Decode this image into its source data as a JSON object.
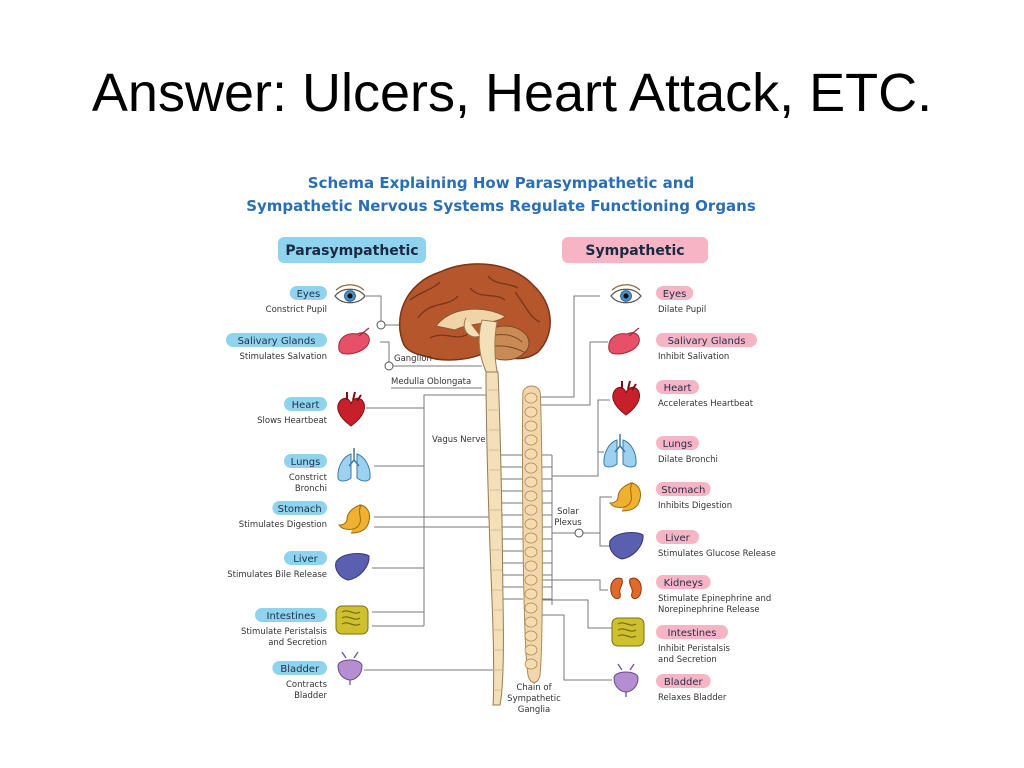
{
  "slide": {
    "title": "Answer: Ulcers, Heart Attack, ETC."
  },
  "diagram": {
    "title_line1": "Schema Explaining How Parasympathetic and",
    "title_line2": "Sympathetic Nervous Systems Regulate Functioning Organs",
    "parasympathetic_header": "Parasympathetic",
    "sympathetic_header": "Sympathetic",
    "colors": {
      "para_pill": "#8fd3ee",
      "symp_pill": "#f6b4c4",
      "title_blue": "#2a6fb3"
    },
    "labels": {
      "ganglion": "Ganglion",
      "medulla": "Medulla Oblongata",
      "vagus": "Vagus Nerve",
      "solar_1": "Solar",
      "solar_2": "Plexus",
      "chain_1": "Chain of",
      "chain_2": "Sympathetic",
      "chain_3": "Ganglia"
    },
    "parasympathetic": [
      {
        "organ": "Eyes",
        "desc": [
          "Constrict Pupil"
        ],
        "icon": "eye-icon"
      },
      {
        "organ": "Salivary Glands",
        "desc": [
          "Stimulates Salvation"
        ],
        "icon": "salivary-gland-icon"
      },
      {
        "organ": "Heart",
        "desc": [
          "Slows Heartbeat"
        ],
        "icon": "heart-icon"
      },
      {
        "organ": "Lungs",
        "desc": [
          "Constrict",
          "Bronchi"
        ],
        "icon": "lungs-icon"
      },
      {
        "organ": "Stomach",
        "desc": [
          "Stimulates Digestion"
        ],
        "icon": "stomach-icon"
      },
      {
        "organ": "Liver",
        "desc": [
          "Stimulates Bile Release"
        ],
        "icon": "liver-icon"
      },
      {
        "organ": "Intestines",
        "desc": [
          "Stimulate Peristalsis",
          "and Secretion"
        ],
        "icon": "intestines-icon"
      },
      {
        "organ": "Bladder",
        "desc": [
          "Contracts",
          "Bladder"
        ],
        "icon": "bladder-icon"
      }
    ],
    "sympathetic": [
      {
        "organ": "Eyes",
        "desc": [
          "Dilate Pupil"
        ],
        "icon": "eye-icon"
      },
      {
        "organ": "Salivary Glands",
        "desc": [
          "Inhibit Salivation"
        ],
        "icon": "salivary-gland-icon"
      },
      {
        "organ": "Heart",
        "desc": [
          "Accelerates Heartbeat"
        ],
        "icon": "heart-icon"
      },
      {
        "organ": "Lungs",
        "desc": [
          "Dilate Bronchi"
        ],
        "icon": "lungs-icon"
      },
      {
        "organ": "Stomach",
        "desc": [
          "Inhibits Digestion"
        ],
        "icon": "stomach-icon"
      },
      {
        "organ": "Liver",
        "desc": [
          "Stimulates Glucose Release"
        ],
        "icon": "liver-icon"
      },
      {
        "organ": "Kidneys",
        "desc": [
          "Stimulate Epinephrine and",
          "Norepinephrine Release"
        ],
        "icon": "kidneys-icon"
      },
      {
        "organ": "Intestines",
        "desc": [
          "Inhibit Peristalsis",
          "and Secretion"
        ],
        "icon": "intestines-icon"
      },
      {
        "organ": "Bladder",
        "desc": [
          "Relaxes Bladder"
        ],
        "icon": "bladder-icon"
      }
    ]
  }
}
